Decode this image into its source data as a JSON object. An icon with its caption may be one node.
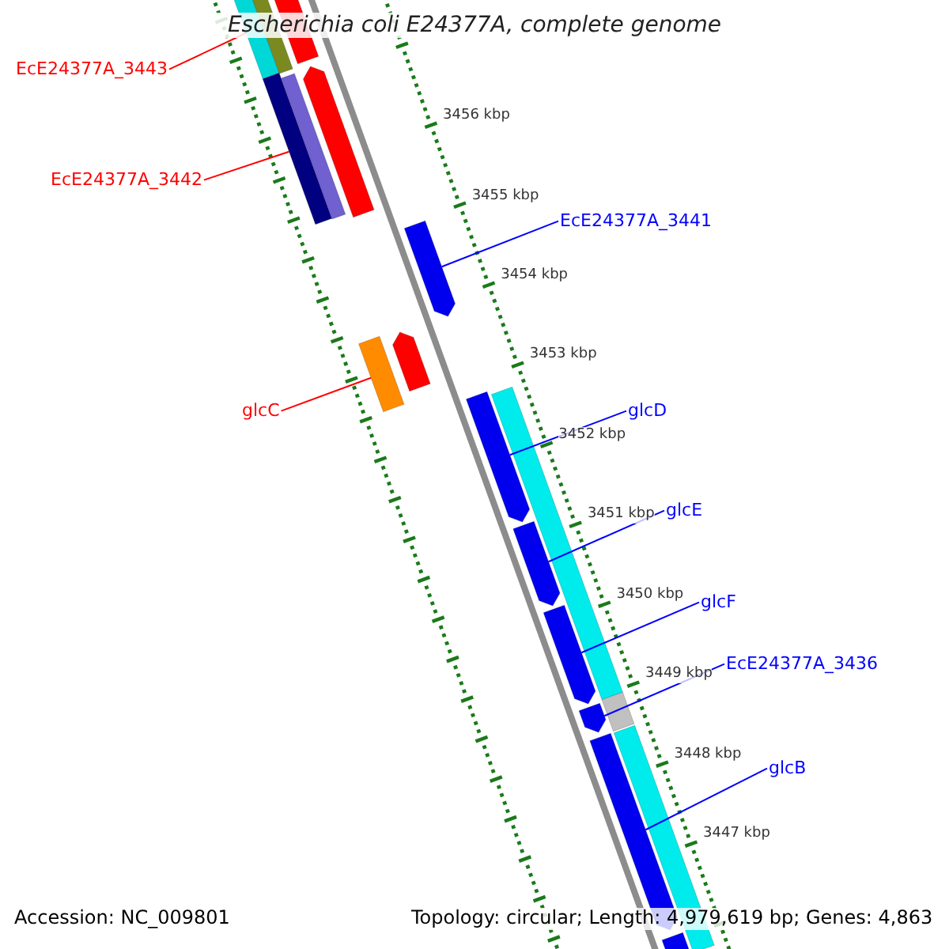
{
  "diagram": {
    "title": "Escherichia coli E24377A, complete genome",
    "nodes": [
      {
        "text": [
          "EcE24377A_3443"
        ]
      },
      {
        "text": [
          "EcE24377A_3442"
        ]
      },
      {
        "text": [
          "EcE24377A_3441"
        ]
      },
      {
        "text": [
          "glcC"
        ]
      },
      {
        "text": [
          "glcD"
        ]
      },
      {
        "text": [
          "glcE"
        ]
      },
      {
        "text": [
          "glcF"
        ]
      },
      {
        "text": [
          "EcE24377A_3436"
        ]
      },
      {
        "text": [
          "glcB"
        ]
      },
      {
        "text": [],
        "shape": "bar"
      },
      {
        "text": [],
        "shape": "bar"
      },
      {
        "text": [],
        "shape": "bar"
      },
      {
        "text": [],
        "shape": "bar"
      },
      {
        "text": [],
        "shape": "bar"
      },
      {
        "text": [],
        "shape": "bar"
      },
      {
        "text": [],
        "shape": "bar"
      },
      {
        "text": [],
        "shape": "bar"
      },
      {
        "text": [],
        "shape": "bar"
      },
      {
        "text": [],
        "shape": "bar"
      },
      {
        "text": [],
        "shape": "bar"
      },
      {
        "text": [],
        "shape": "bar"
      },
      {
        "text": [],
        "shape": "bar"
      },
      {
        "text": [],
        "shape": "bar"
      },
      {
        "text": [],
        "shape": "bar"
      },
      {
        "text": [],
        "shape": "bar"
      },
      {
        "text": [],
        "shape": "bar"
      },
      {
        "text": [],
        "shape": "bar"
      }
    ],
    "edges": [
      {
        "from": 0,
        "to": 9,
        "arrow": "none",
        "color": "#ff0000"
      },
      {
        "from": 1,
        "to": 13,
        "arrow": "none",
        "color": "#ff0000"
      },
      {
        "from": 2,
        "to": 15,
        "arrow": "none"
      },
      {
        "from": 3,
        "to": 17,
        "arrow": "none",
        "color": "#ff0000"
      },
      {
        "from": 4,
        "to": 19,
        "arrow": "none"
      },
      {
        "from": 5,
        "to": 20,
        "arrow": "none"
      },
      {
        "from": 6,
        "to": 21,
        "arrow": "none"
      },
      {
        "from": 7,
        "to": 23,
        "arrow": "none"
      },
      {
        "from": 8,
        "to": 25,
        "arrow": "none"
      }
    ],
    "labels": [
      "3456 kbp",
      "3455 kbp",
      "3454 kbp",
      "3453 kbp",
      "3452 kbp",
      "3451 kbp",
      "3450 kbp",
      "3449 kbp",
      "3448 kbp",
      "3447 kbp",
      "Accession: NC_009801",
      "Topology: circular; Length: 4,979,619 bp; Genes: 4,863"
    ]
  }
}
